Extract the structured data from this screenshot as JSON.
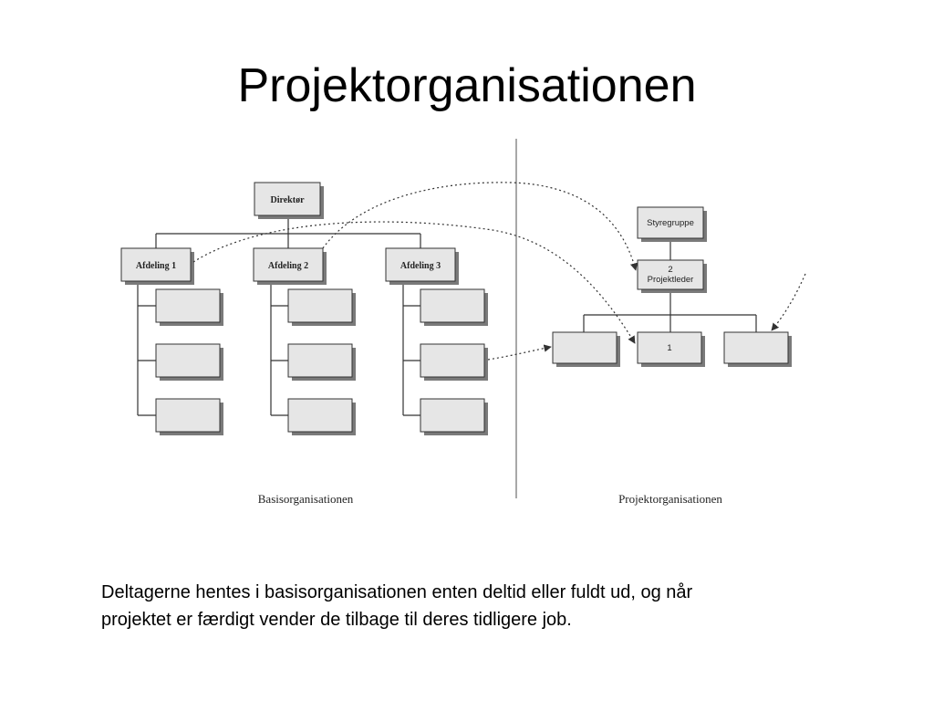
{
  "slide": {
    "title": "Projektorganisationen",
    "caption_line1": "Deltagerne hentes i basisorganisationen enten deltid eller fuldt ud, og når",
    "caption_line2": "projektet er færdigt vender de tilbage til deres tidligere job."
  },
  "diagram": {
    "basis": {
      "section_label": "Basisorganisationen",
      "director": "Direktør",
      "departments": [
        "Afdeling 1",
        "Afdeling 2",
        "Afdeling 3"
      ]
    },
    "projekt": {
      "section_label": "Projektorganisationen",
      "steering_group": "Styregruppe",
      "project_leader_number": "2",
      "project_leader": "Projektleder",
      "member_number": "1"
    },
    "colors": {
      "box_fill": "#e6e6e6",
      "box_stroke": "#333333",
      "shadow": "#7a7a7a",
      "lines": "#333333",
      "divider": "#8c8c8c"
    }
  }
}
